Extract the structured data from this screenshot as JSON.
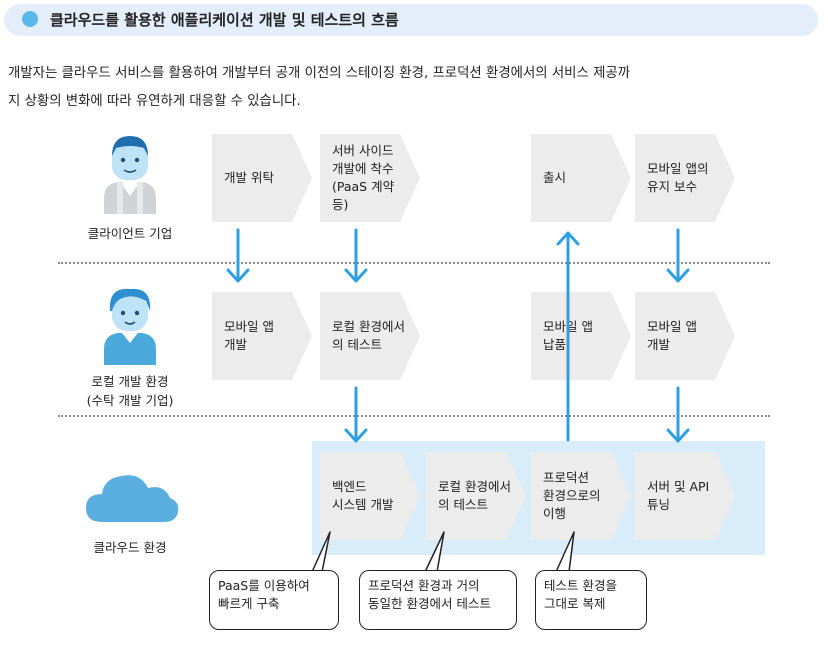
{
  "title": "클라우드를 활용한 애플리케이션 개발 및 테스트의 흐름",
  "intro_lines": [
    "개발자는 클라우드 서비스를 활용하여 개발부터 공개 이전의 스테이징 환경, 프로덕션 환경에서의 서비스 제공까",
    "지 상황의 변화에 따라 유연하게 대응할 수 있습니다."
  ],
  "actors": {
    "client": "클라이언트 기업",
    "local": "로컬 개발 환경\n(수탁 개발 기업)",
    "cloud": "클라우드 환경"
  },
  "steps": {
    "client": [
      "개발 위탁",
      "서버 사이드\n개발에 착수\n(PaaS 계약\n등)",
      "출시",
      "모바일 앱의\n유지 보수"
    ],
    "local": [
      "모바일 앱\n개발",
      "로컬 환경에서\n의 테스트",
      "모바일 앱\n납품",
      "모바일 앱\n개발"
    ],
    "cloud": [
      "백엔드\n시스템 개발",
      "로컬 환경에서\n의 테스트",
      "프로덕션\n환경으로의\n이행",
      "서버 및 API\n튜닝"
    ]
  },
  "callouts": [
    "PaaS를 이용하여\n빠르게 구축",
    "프로덕션 환경과 거의\n동일한 환경에서 테스트",
    "테스트 환경을\n그대로 복제"
  ],
  "colors": {
    "header_bg": "#e4eefa",
    "header_dot": "#5bb8ea",
    "step_fill": "#ececec",
    "arrow": "#2f9ee3",
    "cloud_band": "#d9ecf9",
    "cloud_icon": "#5aaee0",
    "person_face": "#bfe3f6",
    "person_hair": "#2f8fd0"
  },
  "icons": [
    "client-person-icon",
    "developer-person-icon",
    "cloud-icon"
  ]
}
